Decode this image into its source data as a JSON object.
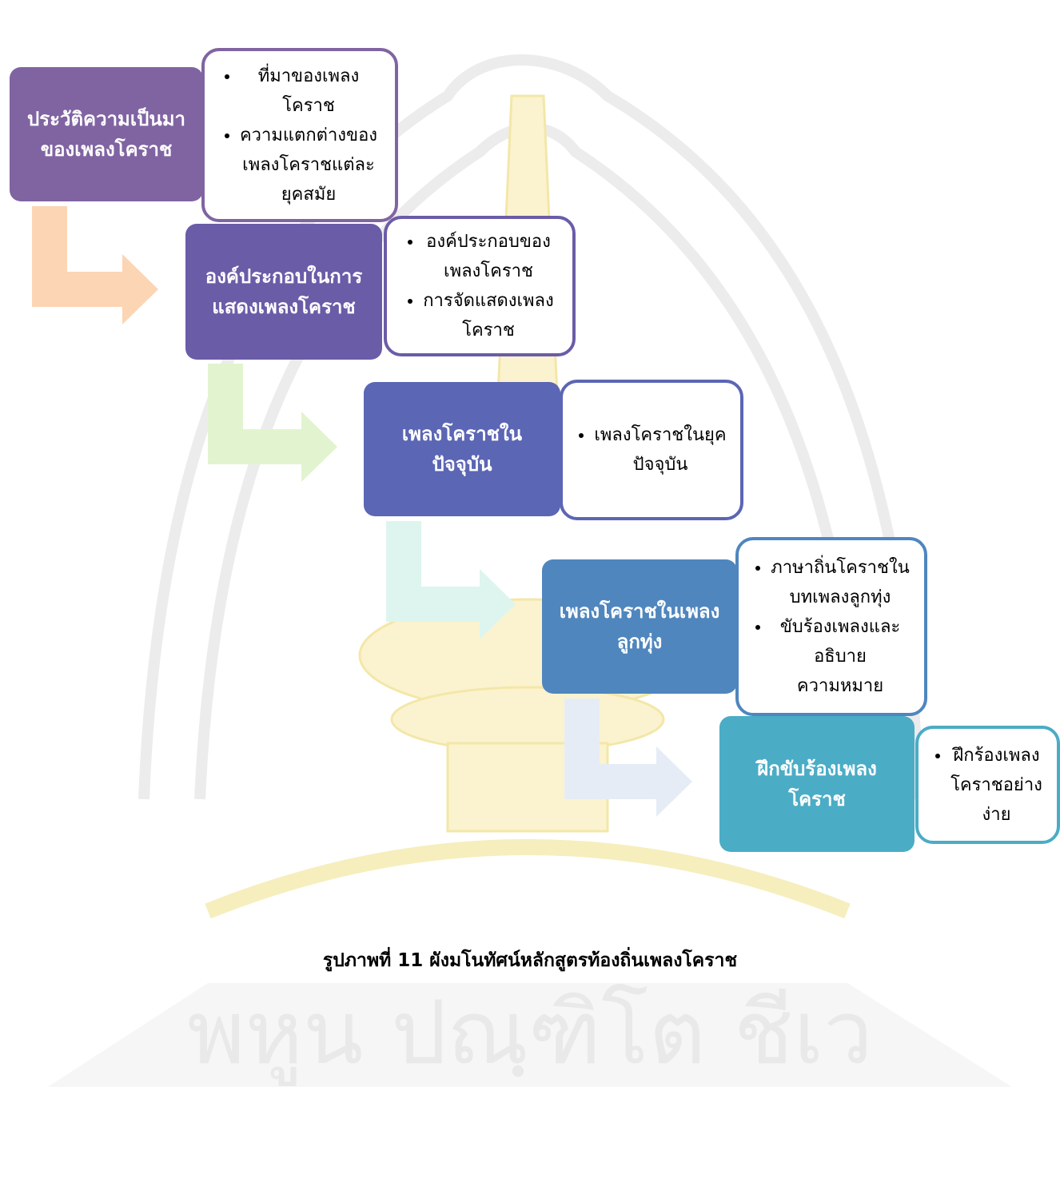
{
  "steps": [
    {
      "title": "ประวัติความเป็นมา\nของเพลงโคราช",
      "color": "#8064A2",
      "items": [
        "ที่มาของเพลง\nโคราช",
        "ความแตกต่างของ\nเพลงโคราชแต่ละ\nยุคสมัย"
      ]
    },
    {
      "title": "องค์ประกอบในการ\nแสดงเพลงโคราช",
      "color": "#6B5CA8",
      "items": [
        "องค์ประกอบของ\nเพลงโคราช",
        "การจัดแสดงเพลง\nโคราช"
      ]
    },
    {
      "title": "เพลงโคราชใน\nปัจจุบัน",
      "color": "#5B66B4",
      "items": [
        "เพลงโคราชในยุค\nปัจจุบัน"
      ]
    },
    {
      "title": "เพลงโคราชในเพลง\nลูกทุ่ง",
      "color": "#4F86BE",
      "items": [
        "ภาษาถิ่นโคราชใน\nบทเพลงลูกทุ่ง",
        "ขับร้องเพลงและ\nอธิบาย\nความหมาย"
      ]
    },
    {
      "title": "ฝึกขับร้องเพลง\nโคราช",
      "color": "#4BACC6",
      "items": [
        "ฝึกร้องเพลง\nโคราชอย่าง\nง่าย"
      ]
    }
  ],
  "arrow_colors": [
    "#FCD5B4",
    "#E2F4CF",
    "#DDF5EE",
    "#E6ECF6"
  ],
  "watermark_text": "พหูน ปณฺฑิโต ชีเว",
  "caption": "รูปภาพที่ 11 ผังมโนทัศน์หลักสูตรท้องถิ่นเพลงโคราช"
}
